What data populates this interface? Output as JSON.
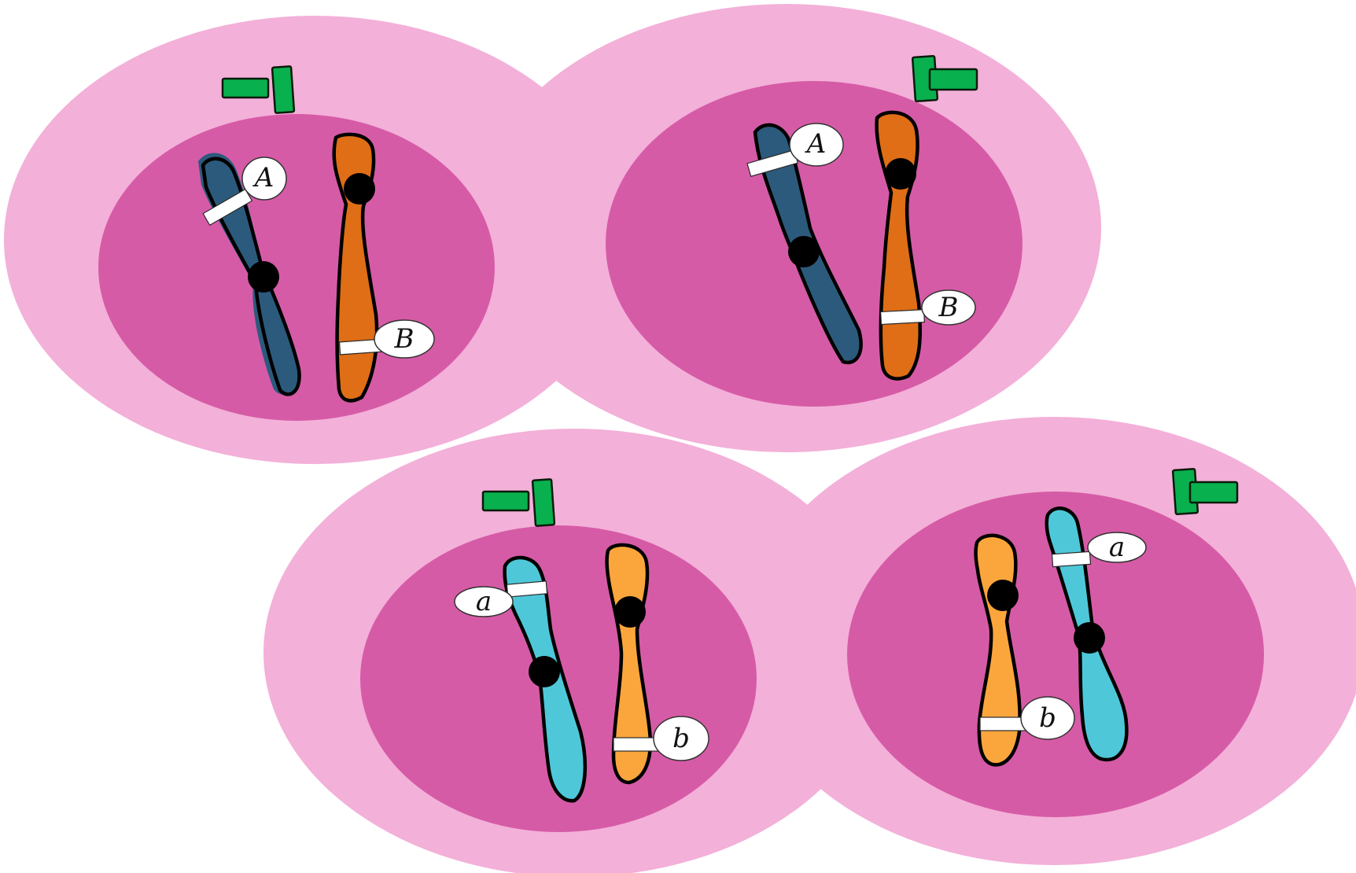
{
  "colors": {
    "cytoplasm": "#f3b0d9",
    "nucleus": "#d65ba6",
    "chromosome_dark_blue": "#2c5a7c",
    "chromosome_dark_orange": "#df6e16",
    "chromosome_light_blue": "#4ec8d9",
    "chromosome_light_orange": "#fba63c",
    "centriole": "#08b04e"
  },
  "cells": [
    {
      "chromosomes": [
        {
          "color": "chromosome_dark_blue",
          "allele": "A"
        },
        {
          "color": "chromosome_dark_orange",
          "allele": "B"
        }
      ]
    },
    {
      "chromosomes": [
        {
          "color": "chromosome_dark_blue",
          "allele": "A"
        },
        {
          "color": "chromosome_dark_orange",
          "allele": "B"
        }
      ]
    },
    {
      "chromosomes": [
        {
          "color": "chromosome_light_blue",
          "allele": "a"
        },
        {
          "color": "chromosome_light_orange",
          "allele": "b"
        }
      ]
    },
    {
      "chromosomes": [
        {
          "color": "chromosome_light_orange",
          "allele": "b"
        },
        {
          "color": "chromosome_light_blue",
          "allele": "a"
        }
      ]
    }
  ]
}
